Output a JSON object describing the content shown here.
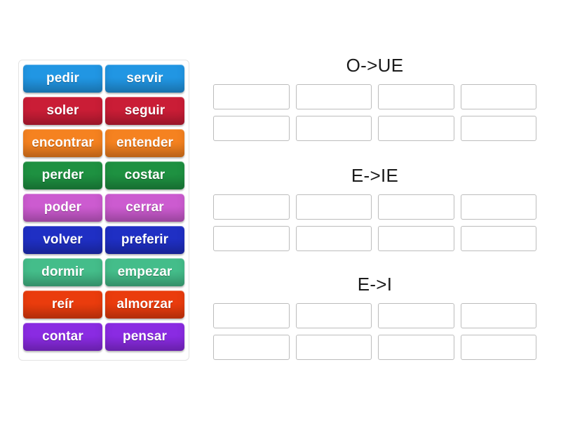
{
  "activity": {
    "type": "group-sort",
    "background_color": "#ffffff"
  },
  "tile_panel": {
    "name": "word-bank",
    "border_color": "#e3e3e3",
    "tiles": [
      {
        "label": "pedir",
        "color": "#2196e3"
      },
      {
        "label": "servir",
        "color": "#2196e3"
      },
      {
        "label": "soler",
        "color": "#ca1d36"
      },
      {
        "label": "seguir",
        "color": "#ca1d36"
      },
      {
        "label": "encontrar",
        "color": "#f58220"
      },
      {
        "label": "entender",
        "color": "#f58220"
      },
      {
        "label": "perder",
        "color": "#1e9141"
      },
      {
        "label": "costar",
        "color": "#1e9141"
      },
      {
        "label": "poder",
        "color": "#cc5bd0"
      },
      {
        "label": "cerrar",
        "color": "#cc5bd0"
      },
      {
        "label": "volver",
        "color": "#1f2fc4"
      },
      {
        "label": "preferir",
        "color": "#1f2fc4"
      },
      {
        "label": "dormir",
        "color": "#44bd8a"
      },
      {
        "label": "empezar",
        "color": "#44bd8a"
      },
      {
        "label": "reír",
        "color": "#ea3c0d"
      },
      {
        "label": "almorzar",
        "color": "#ea3c0d"
      },
      {
        "label": "contar",
        "color": "#8a2be2"
      },
      {
        "label": "pensar",
        "color": "#8a2be2"
      }
    ]
  },
  "categories": [
    {
      "title": "O->UE",
      "slot_count": 8,
      "slots": [
        "",
        "",
        "",
        "",
        "",
        "",
        "",
        ""
      ]
    },
    {
      "title": "E->IE",
      "slot_count": 8,
      "slots": [
        "",
        "",
        "",
        "",
        "",
        "",
        "",
        ""
      ]
    },
    {
      "title": "E->I",
      "slot_count": 8,
      "slots": [
        "",
        "",
        "",
        "",
        "",
        "",
        "",
        ""
      ]
    }
  ]
}
